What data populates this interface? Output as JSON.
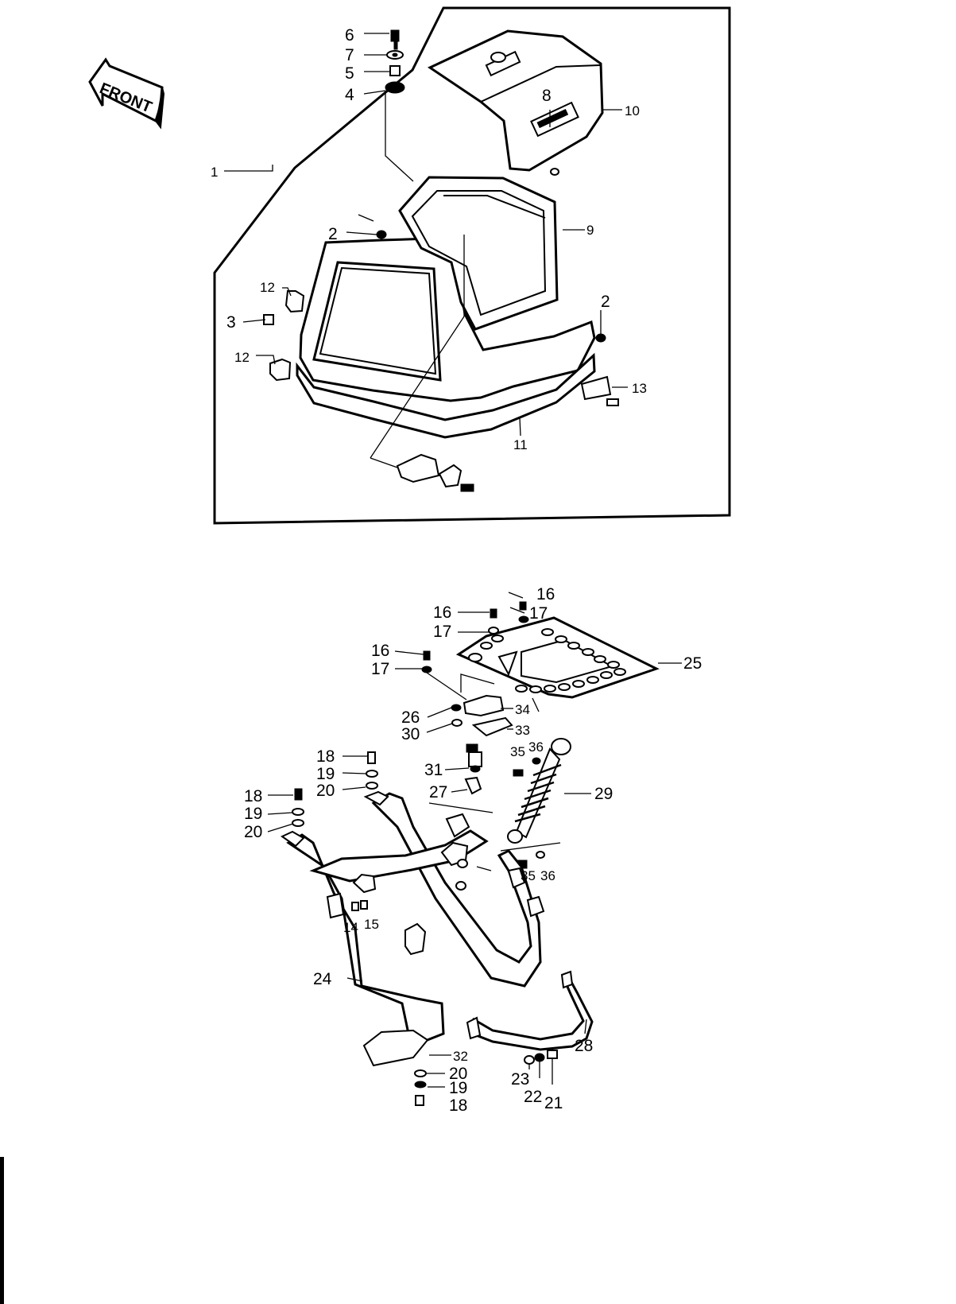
{
  "diagram": {
    "front_arrow_label": "FRONT",
    "callouts": {
      "top": [
        {
          "id": "c6",
          "text": "6"
        },
        {
          "id": "c7",
          "text": "7"
        },
        {
          "id": "c5",
          "text": "5"
        },
        {
          "id": "c4",
          "text": "4"
        },
        {
          "id": "c8",
          "text": "8"
        },
        {
          "id": "c10",
          "text": "10"
        },
        {
          "id": "c1",
          "text": "1"
        },
        {
          "id": "c2a",
          "text": "2"
        },
        {
          "id": "c9",
          "text": "9"
        },
        {
          "id": "c12a",
          "text": "12"
        },
        {
          "id": "c3",
          "text": "3"
        },
        {
          "id": "c2b",
          "text": "2"
        },
        {
          "id": "c12b",
          "text": "12"
        },
        {
          "id": "c13",
          "text": "13"
        },
        {
          "id": "c11",
          "text": "11"
        }
      ],
      "bottom": [
        {
          "id": "c16a",
          "text": "16"
        },
        {
          "id": "c16b",
          "text": "16"
        },
        {
          "id": "c17a",
          "text": "17"
        },
        {
          "id": "c17b",
          "text": "17"
        },
        {
          "id": "c16c",
          "text": "16"
        },
        {
          "id": "c17c",
          "text": "17"
        },
        {
          "id": "c25",
          "text": "25"
        },
        {
          "id": "c26",
          "text": "26"
        },
        {
          "id": "c34",
          "text": "34"
        },
        {
          "id": "c30",
          "text": "30"
        },
        {
          "id": "c33",
          "text": "33"
        },
        {
          "id": "c35a",
          "text": "35"
        },
        {
          "id": "c36a",
          "text": "36"
        },
        {
          "id": "c18a",
          "text": "18"
        },
        {
          "id": "c31",
          "text": "31"
        },
        {
          "id": "c19a",
          "text": "19"
        },
        {
          "id": "c18b",
          "text": "18"
        },
        {
          "id": "c20a",
          "text": "20"
        },
        {
          "id": "c27",
          "text": "27"
        },
        {
          "id": "c29",
          "text": "29"
        },
        {
          "id": "c19b",
          "text": "19"
        },
        {
          "id": "c20b",
          "text": "20"
        },
        {
          "id": "c35b",
          "text": "35"
        },
        {
          "id": "c36b",
          "text": "36"
        },
        {
          "id": "c14",
          "text": "14"
        },
        {
          "id": "c15",
          "text": "15"
        },
        {
          "id": "c24",
          "text": "24"
        },
        {
          "id": "c28",
          "text": "28"
        },
        {
          "id": "c32",
          "text": "32"
        },
        {
          "id": "c20c",
          "text": "20"
        },
        {
          "id": "c19c",
          "text": "19"
        },
        {
          "id": "c18c",
          "text": "18"
        },
        {
          "id": "c23",
          "text": "23"
        },
        {
          "id": "c22",
          "text": "22"
        },
        {
          "id": "c21",
          "text": "21"
        }
      ]
    }
  }
}
